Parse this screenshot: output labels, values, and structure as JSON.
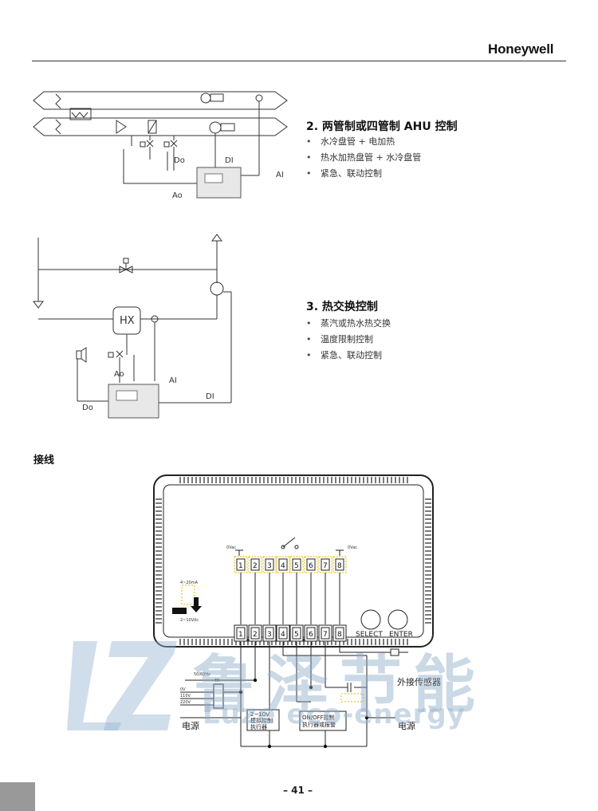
{
  "header": {
    "brand": "Honeywell"
  },
  "section2": {
    "title": "2. 两管制或四管制 AHU 控制",
    "bullets": [
      "水冷盘管 + 电加热",
      "热水加热盘管 + 水冷盘管",
      "紧急、联动控制"
    ]
  },
  "section3": {
    "title": "3. 热交换控制",
    "bullets": [
      "蒸汽或热水热交换",
      "温度限制控制",
      "紧急、联动控制"
    ]
  },
  "diagram1": {
    "labels": {
      "do": "Do",
      "di": "DI",
      "ai": "AI",
      "ao": "Ao"
    }
  },
  "diagram2": {
    "labels": {
      "hx": "HX",
      "ao": "Ao",
      "ai": "AI",
      "di": "DI",
      "do": "Do"
    }
  },
  "wiring": {
    "title": "接线",
    "terminals_top": [
      "1",
      "2",
      "3",
      "4",
      "5",
      "6",
      "7",
      "8"
    ],
    "terminals_bottom": [
      "1",
      "2",
      "3",
      "4",
      "5",
      "6",
      "7",
      "8"
    ],
    "top_left_note": "0Vac",
    "top_right_note": "0Vac",
    "select_label": "SELECT",
    "enter_label": "ENTER",
    "current_label": "4~20mA",
    "voltage_label": "2~10Vdc",
    "supply_freq": "50/60Hz",
    "voltages": [
      "0V",
      "110V",
      "220V"
    ],
    "transformer": "TR",
    "actuator_analog": [
      "2~10V",
      "模拟控制",
      "执行器"
    ],
    "actuator_onoff": [
      "ON/OFF控制",
      "执行器或报警"
    ],
    "sensor_label": "外接传感器",
    "power_left": "电源",
    "power_right": "电源"
  },
  "watermark": {
    "cn": "鲁泽节能",
    "en": "Luze eco-energy"
  },
  "footer": {
    "page": "– 41 –"
  }
}
